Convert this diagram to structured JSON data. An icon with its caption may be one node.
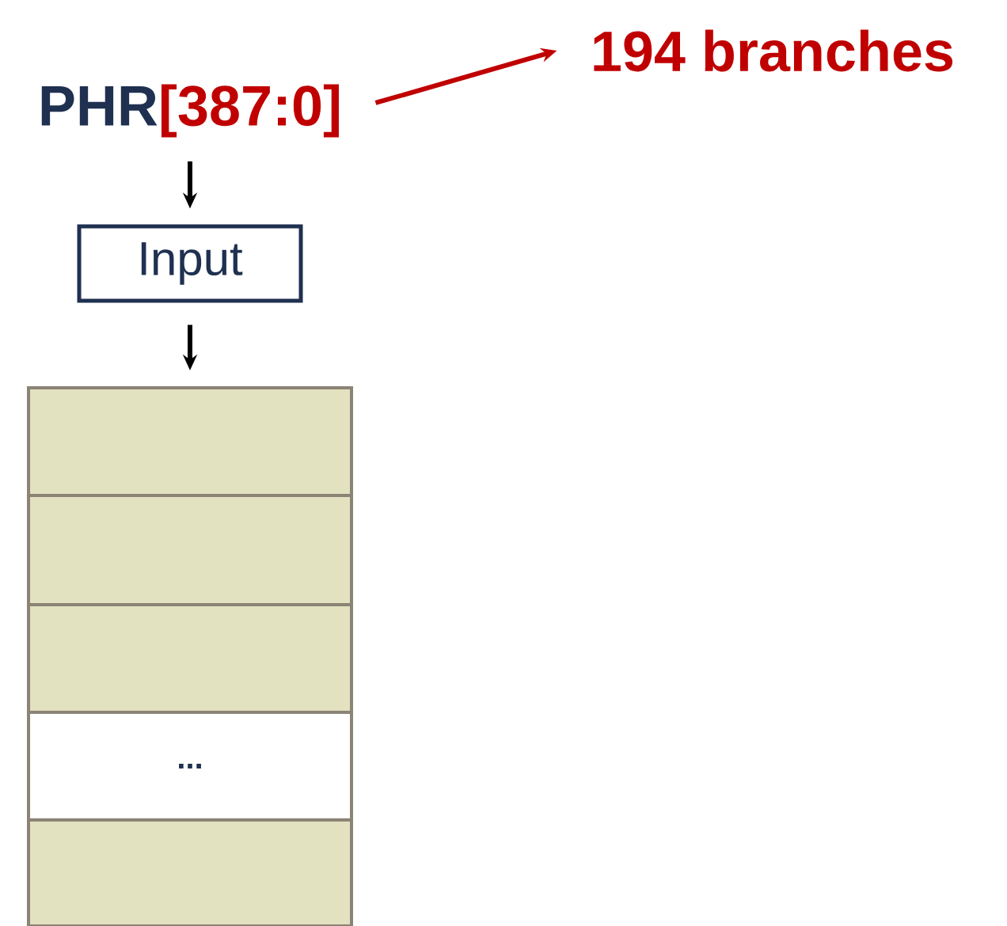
{
  "diagram": {
    "nodes": [
      {
        "text": [
          "PHR",
          "[387:0]"
        ]
      },
      {
        "text": [
          "194 branches"
        ]
      },
      {
        "text": [
          "Input"
        ]
      },
      {
        "text": [],
        "shape": "box"
      },
      {
        "text": [],
        "shape": "box"
      },
      {
        "text": [],
        "shape": "box"
      },
      {
        "text": [
          "..."
        ]
      },
      {
        "text": [],
        "shape": "box"
      }
    ],
    "edges": [
      {
        "from": 0,
        "to": 1,
        "arrow": "to",
        "color": "#c00000"
      },
      {
        "from": 0,
        "to": 2,
        "arrow": "to"
      },
      {
        "from": 2,
        "to": 3,
        "arrow": "to"
      }
    ]
  }
}
